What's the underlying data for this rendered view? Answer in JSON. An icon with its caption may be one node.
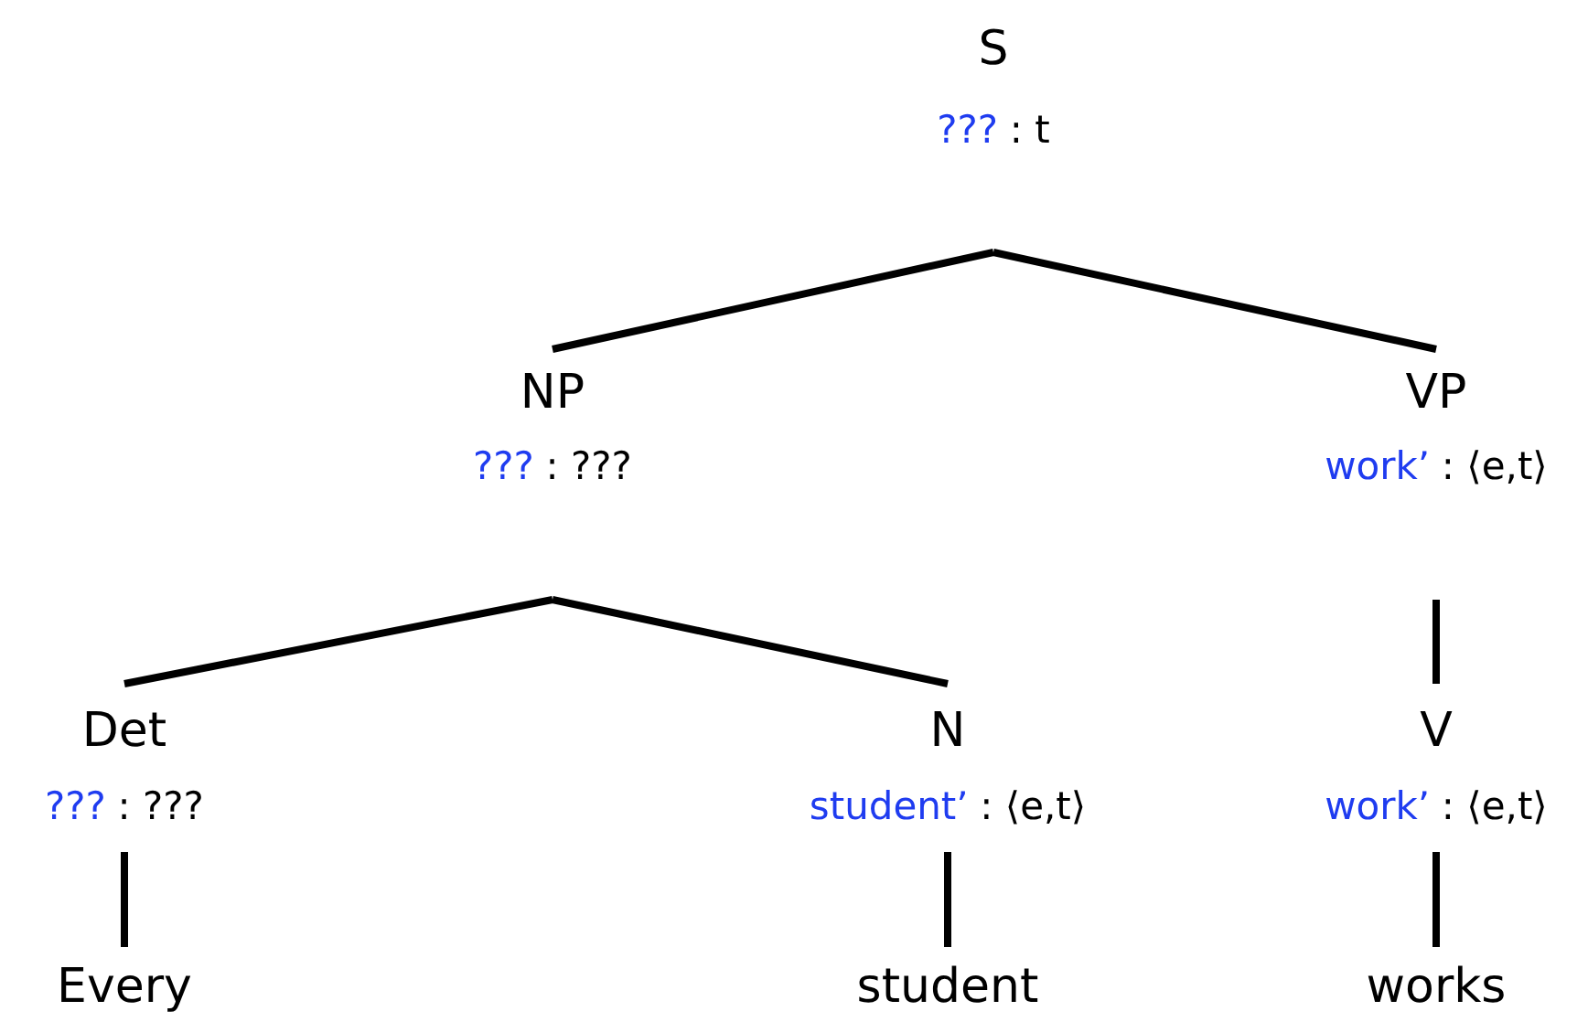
{
  "diagram": {
    "nodes": [
      {
        "text": [
          "S",
          "???",
          ": t"
        ]
      },
      {
        "text": [
          "NP",
          "???",
          ": ???"
        ]
      },
      {
        "text": [
          "VP",
          "work’",
          ": ⟨e,t⟩"
        ]
      },
      {
        "text": [
          "Det",
          "???",
          ": ???"
        ]
      },
      {
        "text": [
          "N",
          "student’",
          ": ⟨e,t⟩"
        ]
      },
      {
        "text": [
          "V",
          "work’",
          ": ⟨e,t⟩"
        ]
      },
      {
        "text": [
          "Every"
        ]
      },
      {
        "text": [
          "student"
        ]
      },
      {
        "text": [
          "works"
        ]
      }
    ],
    "edges": [
      {
        "from": 0,
        "to": 1,
        "arrow": "none"
      },
      {
        "from": 0,
        "to": 2,
        "arrow": "none"
      },
      {
        "from": 1,
        "to": 3,
        "arrow": "none"
      },
      {
        "from": 1,
        "to": 4,
        "arrow": "none"
      },
      {
        "from": 2,
        "to": 5,
        "arrow": "none"
      },
      {
        "from": 3,
        "to": 6,
        "arrow": "none"
      },
      {
        "from": 4,
        "to": 7,
        "arrow": "none"
      },
      {
        "from": 5,
        "to": 8,
        "arrow": "none"
      }
    ]
  }
}
